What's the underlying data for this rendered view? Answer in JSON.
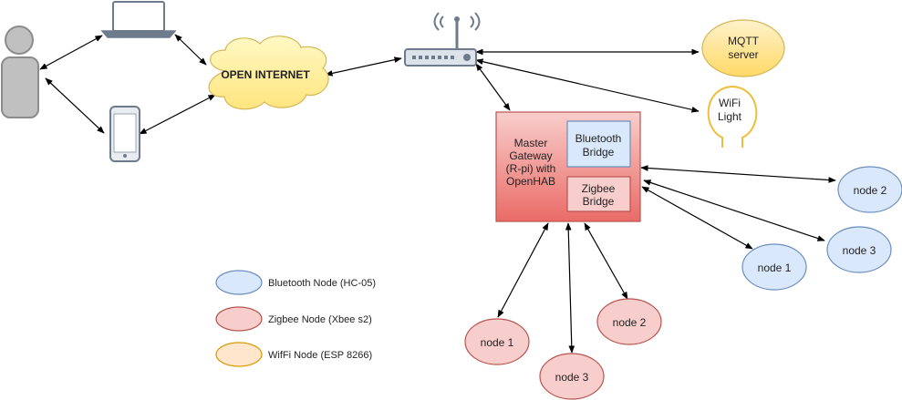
{
  "colors": {
    "bluetooth_fill": "#dae8fc",
    "bluetooth_stroke": "#6c8ebf",
    "zigbee_fill": "#f8cecc",
    "zigbee_stroke": "#b85450",
    "wifi_fill": "#ffe6cc",
    "wifi_stroke": "#d79b00",
    "cloud_fill": "#fff2a0",
    "mqtt_fill": "#ffd966",
    "gateway_fill": "#ea6b66",
    "edge": "#000000"
  },
  "icons": {
    "user": "person-icon",
    "laptop": "laptop-icon",
    "phone": "smartphone-icon",
    "router": "router-icon",
    "light": "light-bulb-icon"
  },
  "cloud": {
    "label": "OPEN INTERNET"
  },
  "mqtt": {
    "label_line1": "MQTT",
    "label_line2": "server"
  },
  "wifi_light": {
    "label_line1": "WiFi",
    "label_line2": "Light"
  },
  "gateway": {
    "label_lines": [
      "Master",
      "Gateway",
      "(R-pi) with",
      "OpenHAB"
    ],
    "bluetooth_bridge": [
      "Bluetooth",
      "Bridge"
    ],
    "zigbee_bridge": [
      "Zigbee",
      "Bridge"
    ]
  },
  "bluetooth_nodes": [
    "node 2",
    "node 3",
    "node 1"
  ],
  "zigbee_nodes": [
    "node 1",
    "node 3",
    "node 2"
  ],
  "legend": {
    "bluetooth": "Bluetooth Node (HC-05)",
    "zigbee": "Zigbee Node (Xbee s2)",
    "wifi": "WifFi Node (ESP 8266)"
  }
}
